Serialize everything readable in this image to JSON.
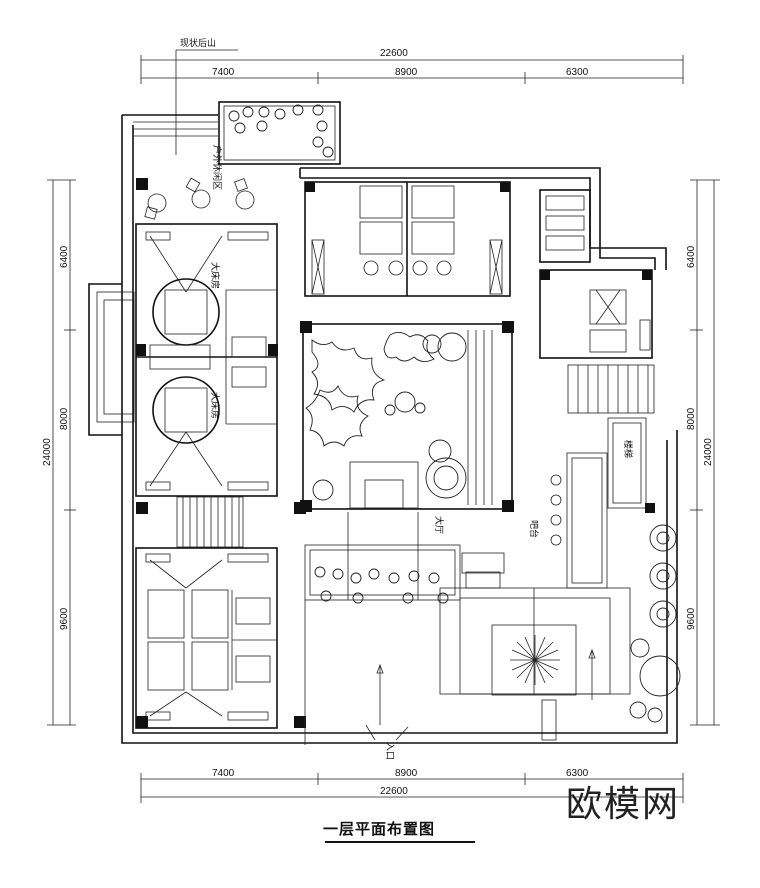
{
  "plan": {
    "title": "一层平面布置图",
    "watermark": "欧模网",
    "top_note": "现状后山",
    "entrance": "入口",
    "dims": {
      "top_total": "22600",
      "top_segments": [
        "7400",
        "8900",
        "6300"
      ],
      "bottom_total": "22600",
      "bottom_segments": [
        "7400",
        "8900",
        "6300"
      ],
      "left_total": "24000",
      "left_segments": [
        "6400",
        "8000",
        "9600"
      ],
      "right_total": "24000",
      "right_segments": [
        "6400",
        "8000",
        "9600"
      ]
    },
    "room_labels": {
      "suite_upper": "大床房",
      "suite_lower": "大床房",
      "terrace": "户外休闲区",
      "hall": "大厅",
      "bar": "吧台",
      "stair": "楼梯"
    }
  },
  "colors": {
    "line": "#111111",
    "background": "#ffffff"
  }
}
